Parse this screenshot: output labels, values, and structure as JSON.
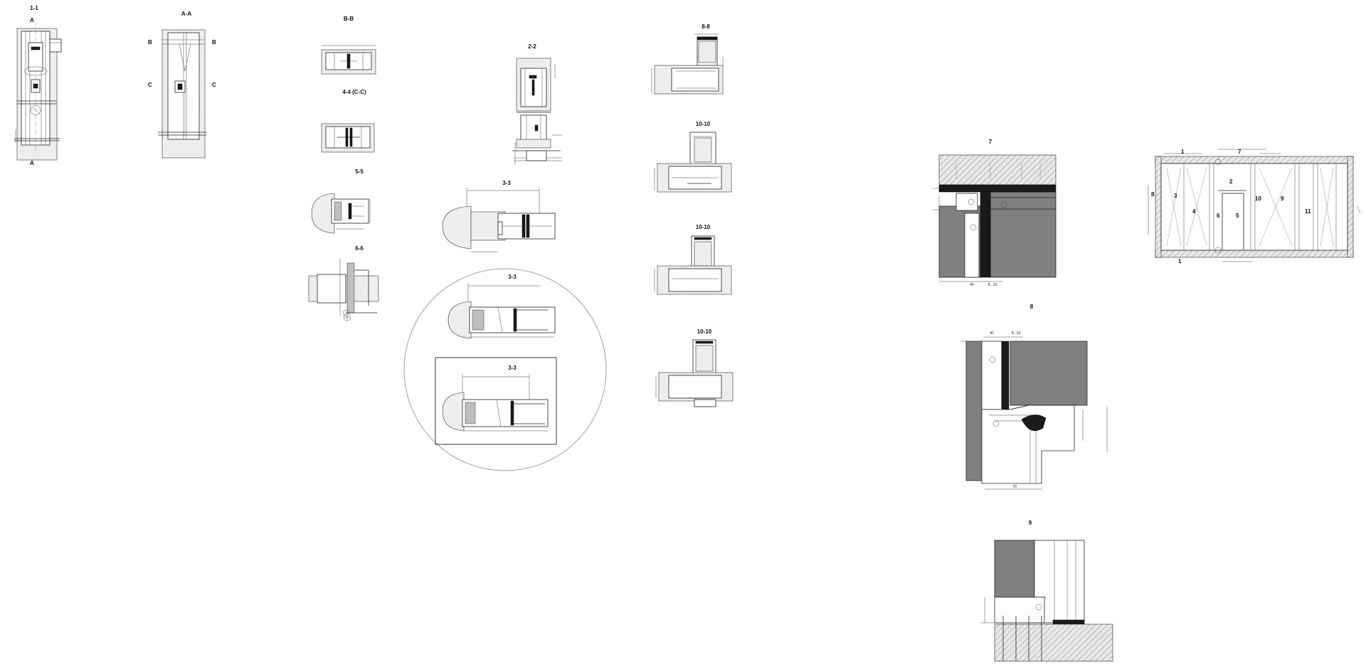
{
  "sheet": {
    "views": [
      {
        "id": "v1",
        "label": "1-1",
        "markers": [
          "A",
          "A"
        ]
      },
      {
        "id": "vA",
        "label": "A-A",
        "markers": [
          "B",
          "B",
          "C",
          "C"
        ]
      },
      {
        "id": "vB",
        "label": "B-B"
      },
      {
        "id": "v4",
        "label": "4-4 (C-C)"
      },
      {
        "id": "v5",
        "label": "5-5"
      },
      {
        "id": "v6",
        "label": "6-6"
      },
      {
        "id": "v2",
        "label": "2-2"
      },
      {
        "id": "v3a",
        "label": "3-3"
      },
      {
        "id": "v3b",
        "label": "3-3"
      },
      {
        "id": "v3c",
        "label": "3-3"
      },
      {
        "id": "v8",
        "label": "8-8"
      },
      {
        "id": "v10a",
        "label": "10-10"
      },
      {
        "id": "v10b",
        "label": "10-10"
      },
      {
        "id": "v10c",
        "label": "10-10"
      },
      {
        "id": "d7",
        "label": "7",
        "dims": [
          "40",
          "8...10"
        ]
      },
      {
        "id": "d8",
        "label": "8",
        "dims": [
          "40",
          "8...10",
          "70"
        ]
      },
      {
        "id": "d9",
        "label": "9"
      },
      {
        "id": "plan",
        "label": "",
        "markers": [
          "1",
          "1",
          "2",
          "3",
          "4",
          "5",
          "6",
          "7",
          "8",
          "9",
          "10",
          "11"
        ]
      }
    ]
  }
}
